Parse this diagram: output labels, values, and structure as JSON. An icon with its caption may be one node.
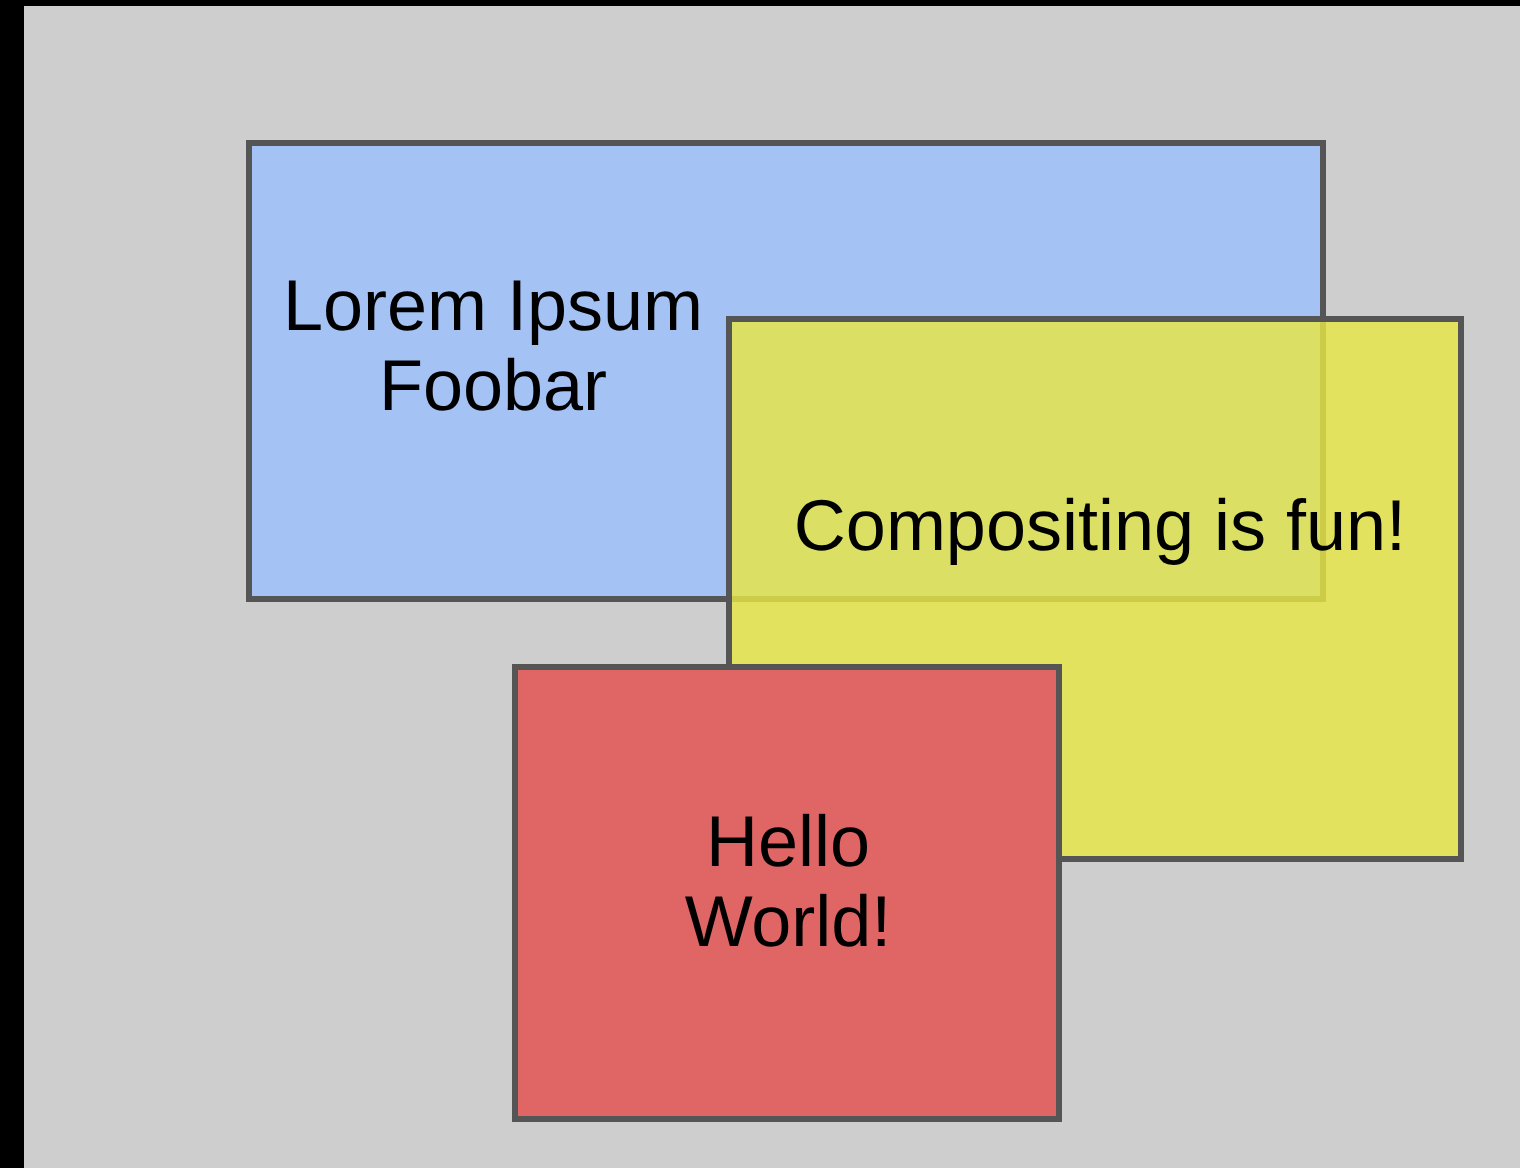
{
  "diagram": {
    "nodes": [
      {
        "text": [
          "Lorem Ipsum Foobar"
        ]
      },
      {
        "text": [
          "Compositing is fun!"
        ]
      },
      {
        "text": [
          "Hello World!"
        ]
      }
    ]
  }
}
